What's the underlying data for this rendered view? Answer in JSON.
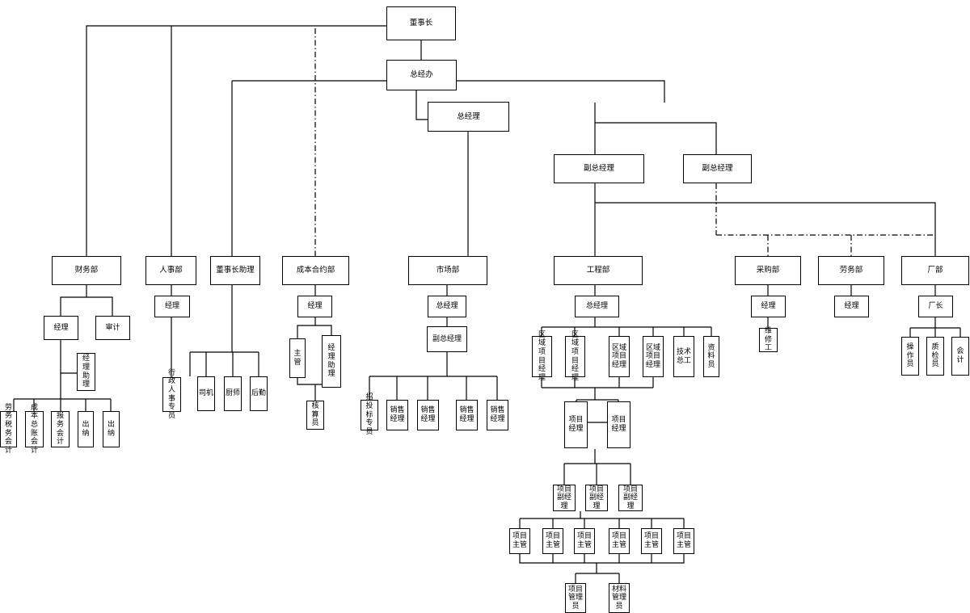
{
  "org_chart": {
    "nodes": {
      "dsz": "董事长",
      "zjb": "总经办",
      "zjl": "总经理",
      "fzjl1": "副总经理",
      "fzjl2": "副总经理",
      "cwb": "财务部",
      "rsb": "人事部",
      "dszzl": "董事长助理",
      "cbhyb": "成本合约部",
      "scb": "市场部",
      "gcb": "工程部",
      "cgb": "采购部",
      "lwb": "劳务部",
      "cb": "厂部",
      "cw_jl": "经理",
      "sj": "审计",
      "cw_jlzl": "经理助理",
      "lwzwkj": "劳务税务会计",
      "cbzzkj": "成本总账会计",
      "bwkj": "报务会计",
      "cn1": "出纳",
      "cn2": "出纳",
      "rs_jl": "经理",
      "xzrszy": "行政人事专员",
      "sj2": "司机",
      "cs": "厨师",
      "hq": "后勤",
      "cb_jl": "经理",
      "zg": "主管",
      "cb_jlzl": "经理助理",
      "hsy": "核算员",
      "sc_zjl": "总经理",
      "sc_fzjl": "副总经理",
      "ztbzy": "招投标专员",
      "xsjl1": "销售经理",
      "xsjl2": "销售经理",
      "xsjl3": "销售经理",
      "xsjl4": "销售经理",
      "gc_zjl": "总经理",
      "qyxmjl1": "区域项目经理",
      "qyxmjl2": "区域项目经理",
      "qyxmjl3": "区域项目经理",
      "qyxmjl4": "区域项目经理",
      "jszg": "技术总工",
      "zly": "资料员",
      "xmjl1": "项目经理",
      "xmjl2": "项目经理",
      "xmfjl1": "项目副经理",
      "xmfjl2": "项目副经理",
      "xmfjl3": "项目副经理",
      "xmzg1": "项目主管",
      "xmzg2": "项目主管",
      "xmzg3": "项目主管",
      "xmzg4": "项目主管",
      "xmzg5": "项目主管",
      "xmzg6": "项目主管",
      "xmgly": "项目管理员",
      "clgly": "材料管理员",
      "cg_jl": "经理",
      "wxg": "维修工",
      "lw_jl": "经理",
      "cz": "厂长",
      "czy": "操作员",
      "zjy": "质检员",
      "kj": "会计"
    }
  }
}
